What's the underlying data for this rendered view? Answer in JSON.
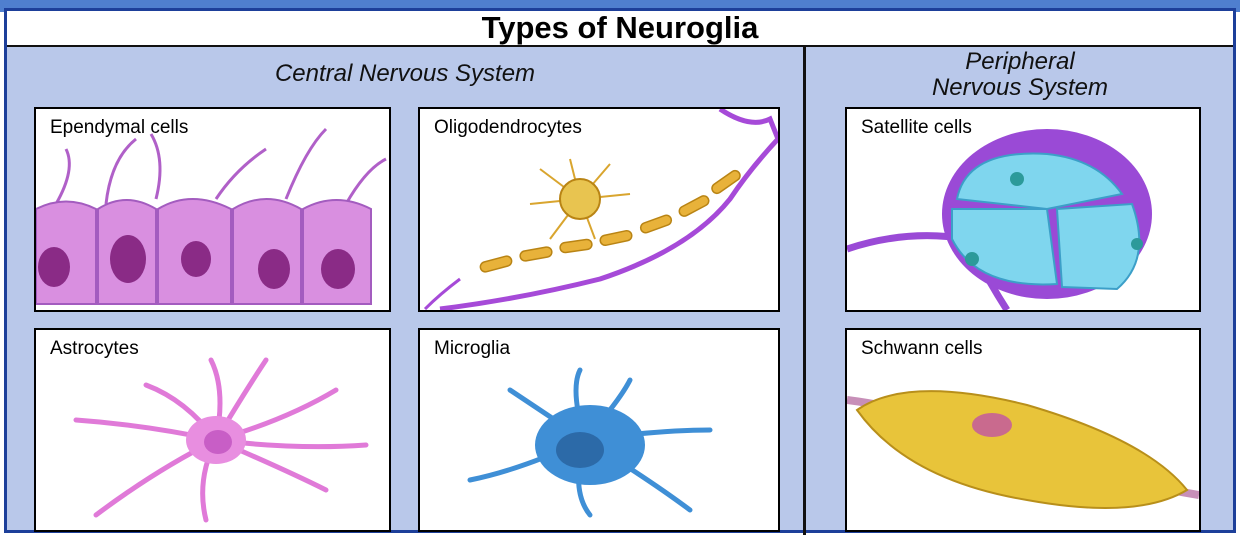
{
  "diagram": {
    "title": "Types of Neuroglia",
    "sections": {
      "central": {
        "title": "Central Nervous System"
      },
      "peripheral": {
        "title_line1": "Peripheral",
        "title_line2": "Nervous System"
      }
    },
    "cells": {
      "ependymal": {
        "label": "Ependymal cells",
        "color": "#c86ad6"
      },
      "oligodendrocytes": {
        "label": "Oligodendrocytes",
        "color": "#e8b23a"
      },
      "satellite": {
        "label": "Satellite cells",
        "color": "#6fd0ea"
      },
      "astrocytes": {
        "label": "Astrocytes",
        "color": "#e07ad8"
      },
      "microglia": {
        "label": "Microglia",
        "color": "#3f8fd6"
      },
      "schwann": {
        "label": "Schwann cells",
        "color": "#e8c43a"
      }
    }
  }
}
